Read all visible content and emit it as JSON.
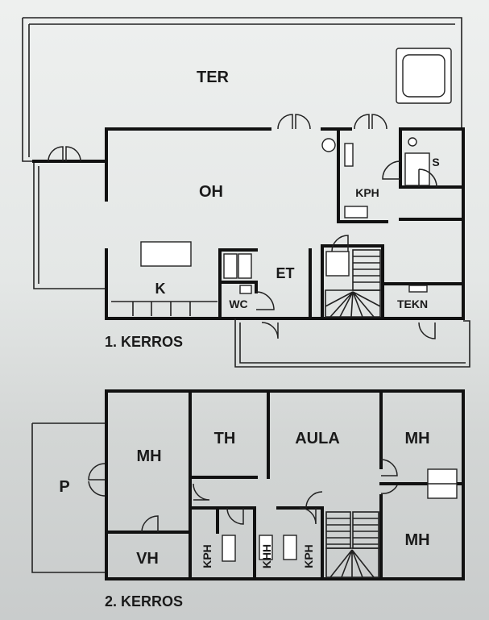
{
  "floor1": {
    "caption": "1. KERROS",
    "rooms": {
      "ter": "TER",
      "oh": "OH",
      "kph": "KPH",
      "s": "S",
      "k": "K",
      "wc": "WC",
      "et": "ET",
      "tekn": "TEKN"
    }
  },
  "floor2": {
    "caption": "2. KERROS",
    "rooms": {
      "p": "P",
      "mh_left": "MH",
      "vh": "VH",
      "th": "TH",
      "aula": "AULA",
      "mh_top_right": "MH",
      "mh_bottom_right": "MH",
      "kph_1": "KPH",
      "khh": "KHH",
      "kph_2": "KPH"
    }
  }
}
